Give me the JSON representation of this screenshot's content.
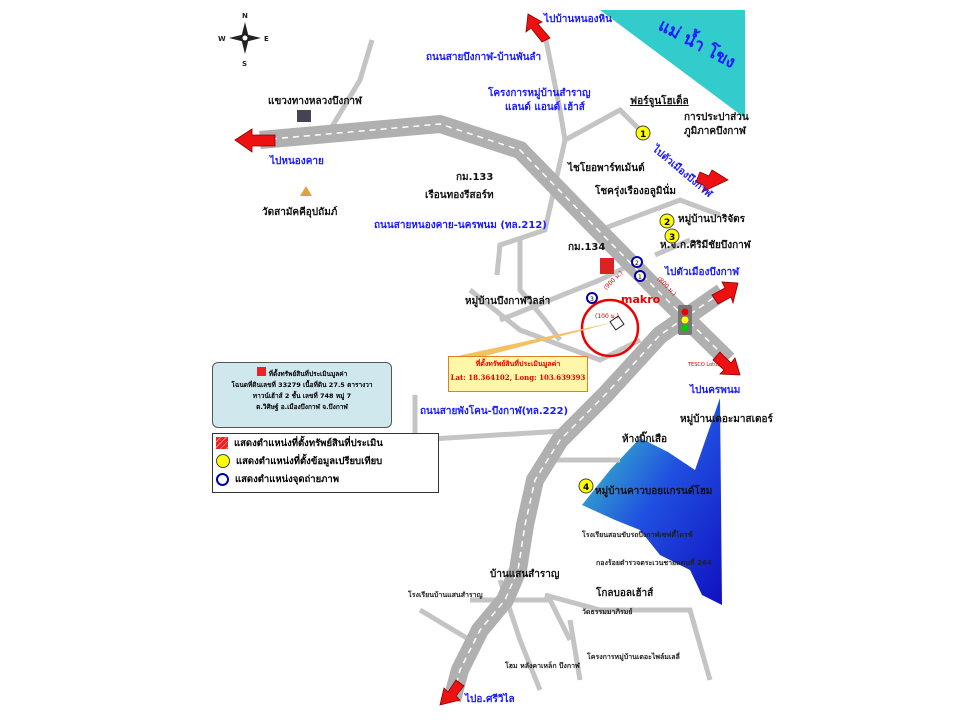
{
  "compass": {
    "n": "N",
    "s": "S",
    "e": "E",
    "w": "W"
  },
  "river": "แม่ น้ำ โขง",
  "directions": {
    "nong_hin": "ไปบ้านหนองหิน",
    "nong_khai": "ไปหนองคาย",
    "bueng_kan_1": "ไปตัวเมืองบึงกาฬ",
    "bueng_kan_2": "ไปตัวเมืองบึงกาฬ",
    "nakhon_phanom": "ไปนครพนม",
    "si_wilai": "ไปอ.ศรีวิไล"
  },
  "roads": {
    "bk_ban_phan_la": "ถนนสายบึงกาฬ-บ้านพันลำ",
    "hwy_212": "ถนนสายหนองคาย-นครพนม (ทล.212)",
    "hwy_222": "ถนนสายพังโคน-บึงกาฬ(ทล.222)"
  },
  "places": {
    "highway_district": "แขวงทางหลวงบึงกาฬ",
    "wat_samakkhi": "วัดสามัคคีอุปถัมภ์",
    "km133": "กม.133",
    "ruean_thong": "เรือนทองรีสอร์ท",
    "saran_project": "โครงการหมู่บ้านสำราญ",
    "saran_project_2": "แลนด์ แอนด์ เฮ้าส์",
    "fortune_hotel": "ฟอร์จูนโฮเต็ล",
    "pwa": "การประปาส่วน",
    "pwa_2": "ภูมิภาคบึงกาฬ",
    "chaiyo": "ไชโยอพาร์ทเม้นต์",
    "chokrung": "โชครุ่งเรืองอลูมินั่ม",
    "parichat": "หมู่บ้านปาริจัตร",
    "sirimchai": "ห.จ.ก.ศิริมีชัยบึงกาฬ",
    "km134": "กม.134",
    "makro": "makro",
    "villa": "หมู่บ้านบึงกาฬวิลล่า",
    "master": "หมู่บ้านเดอะมาสเตอร์",
    "bigc": "ห้างบิ๊กเสือ",
    "kaobloy": "หมู่บ้านคาวบอยแกรนด์โฮม",
    "school_1": "โรงเรียนสอนขับรถบึงกาฬเซฟตี้ไดรฟ์",
    "border_police": "กองร้อยตำรวจตระเวนชายแดนที่ 244",
    "ban_saen_samran": "บ้านแสนสำราญ",
    "school_2": "โรงเรียนบ้านแสนสำราญ",
    "global_house": "โกลบอลเฮ้าส์",
    "wat_thammapirom": "วัดธรรมมาภิรมย์",
    "privilege": "โครงการหมู่บ้านเดอะไพล์มเลลี่",
    "home_steel": "โฮม หลังคาเหล็ก บึงกาฬ",
    "tesco": "TESCO Lotus"
  },
  "distances": {
    "d100": "(100 ม.)",
    "d900": "(900 ม.)",
    "d800": "(800 ม.)"
  },
  "markers": [
    "1",
    "2",
    "3",
    "4"
  ],
  "photo_points": [
    "1",
    "2",
    "3"
  ],
  "info_box": {
    "title": "ที่ตั้งทรัพย์สินที่ประเมินมูลค่า",
    "line1": "โฉนดที่ดินเลขที่ 33279 เนื้อที่ดิน 27.5 ตารางวา",
    "line2": "ทาวน์เฮ้าส์ 2 ชั้น เลขที่ 748 หมู่ 7",
    "line3": "ต.วิศิษฐ์ อ.เมืองบึงกาฬ จ.บึงกาฬ"
  },
  "legend": [
    "แสดงตำแหน่งที่ตั้งทรัพย์สินที่ประเมิน",
    "แสดงตำแหน่งที่ตั้งข้อมูลเปรียบเทียบ",
    "แสดงตำแหน่งจุดถ่ายภาพ"
  ],
  "callout": {
    "title": "ที่ตั้งทรัพย์สินที่ประเมินมูลค่า",
    "coords": "Lat: 18.364102,  Long: 103.639393"
  },
  "colors": {
    "road": "#b8b8b8",
    "river": "#33cccc",
    "lake": "#1030e0",
    "arrow": "#ee1111",
    "marker": "#ffff00",
    "label_blue": "#1a1aff"
  }
}
